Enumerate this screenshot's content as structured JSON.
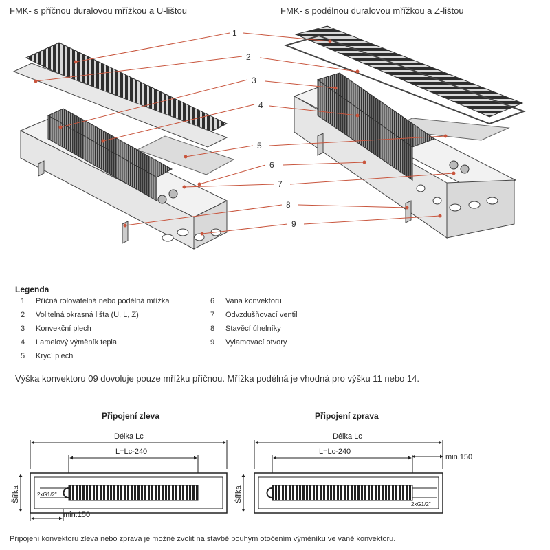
{
  "titles": {
    "left": "FMK- s příčnou duralovou mřížkou a U-lištou",
    "right": "FMK- s podélnou  duralovou mřížkou a Z-lištou"
  },
  "callouts": [
    "1",
    "2",
    "3",
    "4",
    "5",
    "6",
    "7",
    "8",
    "9"
  ],
  "legend": {
    "heading": "Legenda",
    "left": [
      {
        "num": "1",
        "text": "Příčná rolovatelná nebo podélná mřížka"
      },
      {
        "num": "2",
        "text": "Volitelná okrasná lišta (U, L, Z)"
      },
      {
        "num": "3",
        "text": "Konvekční plech"
      },
      {
        "num": "4",
        "text": "Lamelový výměník tepla"
      },
      {
        "num": "5",
        "text": "Krycí plech"
      }
    ],
    "right": [
      {
        "num": "6",
        "text": "Vana konvektoru"
      },
      {
        "num": "7",
        "text": "Odvzdušňovací ventil"
      },
      {
        "num": "8",
        "text": "Stavěcí úhelníky"
      },
      {
        "num": "9",
        "text": "Vylamovací otvory"
      }
    ]
  },
  "note": "Výška konvektoru 09 dovoluje pouze mřížku příčnou. Mřížka podélná je vhodná pro výšku 11 nebo 14.",
  "connections": {
    "left_title": "Připojení zleva",
    "right_title": "Připojení zprava",
    "length_label": "Délka Lc",
    "exchanger_label": "L=Lc-240",
    "width_label": "Šířka",
    "min_label": "min.150",
    "min_label_right": "min.150",
    "pipe_label": "2xG1/2\""
  },
  "footer": "Připojení konvektoru zleva nebo zprava je možné zvolit na stavbě pouhým otočením výměníku ve vaně konvektoru."
}
